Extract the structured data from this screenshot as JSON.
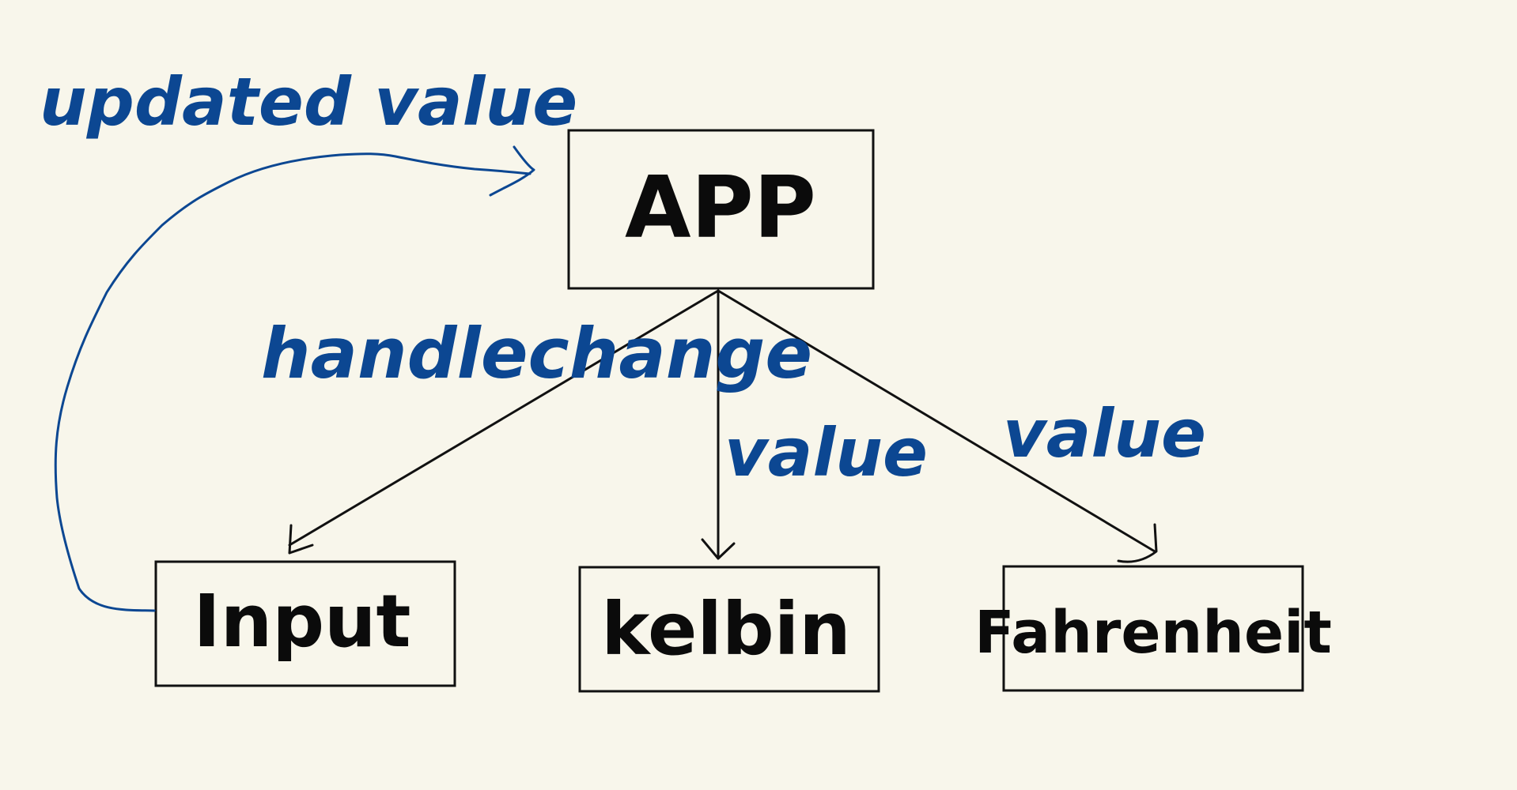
{
  "nodes": {
    "app": "APP",
    "input": "Input",
    "kelbin": "kelbin",
    "fahrenheit": "Fahrenheit"
  },
  "edge_labels": {
    "handlechange": "handlechange",
    "value_kelbin": "value",
    "value_fahrenheit": "value",
    "updated_value": "updated value"
  },
  "colors": {
    "background": "#f8f6eb",
    "ink_black": "#0b0b0b",
    "ink_blue": "#0c4792"
  }
}
